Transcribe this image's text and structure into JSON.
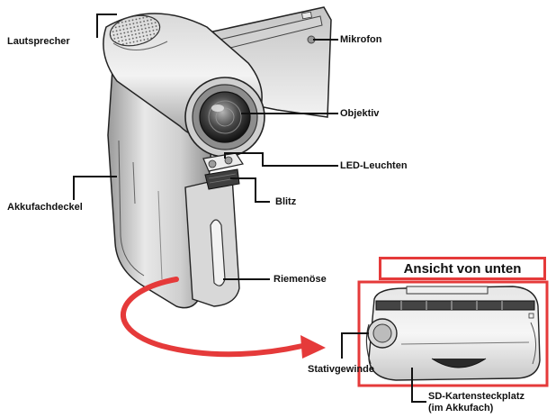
{
  "labels": {
    "speaker": "Lautsprecher",
    "microphone": "Mikrofon",
    "lens": "Objektiv",
    "led_lights": "LED-Leuchten",
    "flash": "Blitz",
    "battery_cover": "Akkufachdeckel",
    "strap_eyelet": "Riemenöse",
    "tripod_socket": "Stativgewinde",
    "sd_slot_line1": "SD-Kartensteckplatz",
    "sd_slot_line2": "(im Akkufach)"
  },
  "bottom_view": {
    "title": "Ansicht von unten"
  },
  "colors": {
    "accent_red": "#e53a3a",
    "line": "#111111",
    "body_light": "#e4e4e4",
    "body_mid": "#bdbdbd",
    "body_dark": "#6b6b6b"
  }
}
